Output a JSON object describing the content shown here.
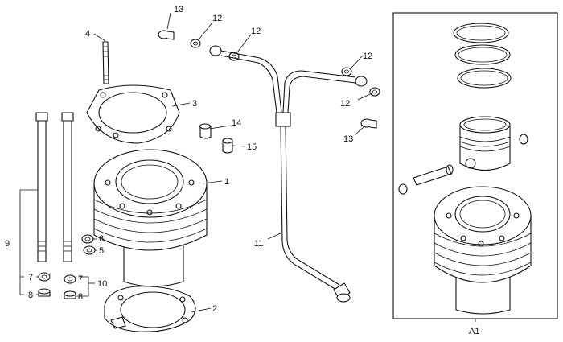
{
  "labels": {
    "p1": "1",
    "p2": "2",
    "p3": "3",
    "p4": "4",
    "p5": "5",
    "p6": "6",
    "p7a": "7",
    "p7b": "7",
    "p8a": "8",
    "p8b": "8",
    "p9": "9",
    "p10": "10",
    "p11": "11",
    "p12a": "12",
    "p12b": "12",
    "p12c": "12",
    "p12d": "12",
    "p13a": "13",
    "p13b": "13",
    "p14": "14",
    "p15": "15",
    "a1": "A1"
  }
}
